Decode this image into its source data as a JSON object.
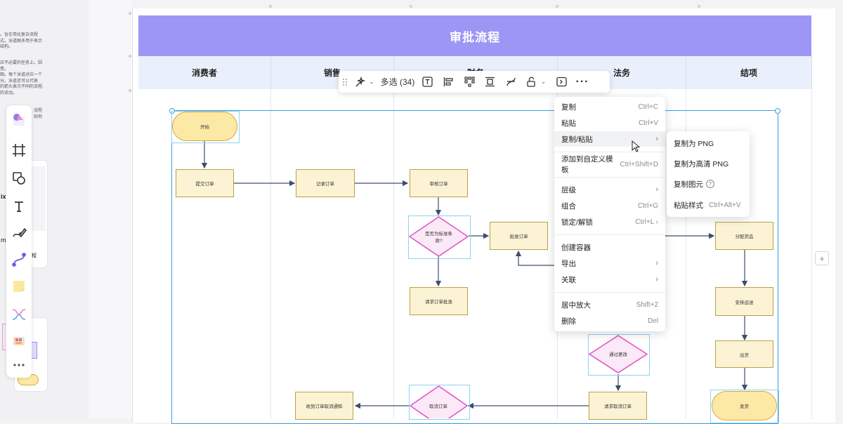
{
  "left_panel": {
    "paragraphs": [
      "。旨在简化复杂流程\n式。泳道图多用于表示\n结构。",
      "应不必要的任务上。因\n责。\n图。每个泳道对应一个\n分。泳道还可以代表\n的箭头表示不同的流程,\n的流动。",
      "流程\n如何"
    ],
    "card_label_fix": "ix",
    "card_label_m": "m",
    "card_label_r": "程"
  },
  "board": {
    "title": "审批流程",
    "lanes": [
      "消费者",
      "销售",
      "财务",
      "法务",
      "结项"
    ],
    "nodes": {
      "start": "开始",
      "submit_order": "提交订单",
      "record_order": "记录订单",
      "review_order": "审核订单",
      "standard_terms": "是否为标准条\n款?",
      "approve_order": "批准订单",
      "request_approval": "请求订单批准",
      "allocate_goods": "分配货品",
      "arrange_shipping": "安排运送",
      "ship_out": "出货",
      "deliver": "发货",
      "pass_change": "通过更改",
      "cancel_order": "取消订单",
      "request_cancel": "请求取消订单",
      "receive_cancel_notice": "收到订单取消通知"
    }
  },
  "toolbar": {
    "multi_select": "多选 (34)"
  },
  "context_menu": {
    "items": [
      {
        "label": "复制",
        "shortcut": "Ctrl+C"
      },
      {
        "label": "粘贴",
        "shortcut": "Ctrl+V"
      },
      {
        "label": "复制/粘贴",
        "arrow": "›"
      },
      {
        "label": "添加到自定义模板",
        "shortcut": "Ctrl+Shift+D"
      },
      {
        "label": "层级",
        "arrow": "›"
      },
      {
        "label": "组合",
        "shortcut": "Ctrl+G"
      },
      {
        "label": "锁定/解锁",
        "shortcut": "Ctrl+L ›"
      },
      {
        "label": "创建容器"
      },
      {
        "label": "导出",
        "arrow": "›"
      },
      {
        "label": "关联",
        "arrow": "›"
      },
      {
        "label": "居中放大",
        "shortcut": "Shift+2"
      },
      {
        "label": "删除",
        "shortcut": "Del"
      }
    ]
  },
  "sub_menu": {
    "items": [
      {
        "label": "复制为 PNG"
      },
      {
        "label": "复制为高清 PNG"
      },
      {
        "label": "复制图元",
        "help": "?"
      },
      {
        "label": "粘贴样式",
        "shortcut": "Ctrl+Alt+V"
      }
    ]
  },
  "colors": {
    "title_bar": "#9c97f5",
    "lane_header": "#eaf0fb",
    "node_fill": "#fcf3d4",
    "node_border": "#b9a14c",
    "diamond_border": "#e255c8",
    "selection": "#3aa0e0"
  }
}
